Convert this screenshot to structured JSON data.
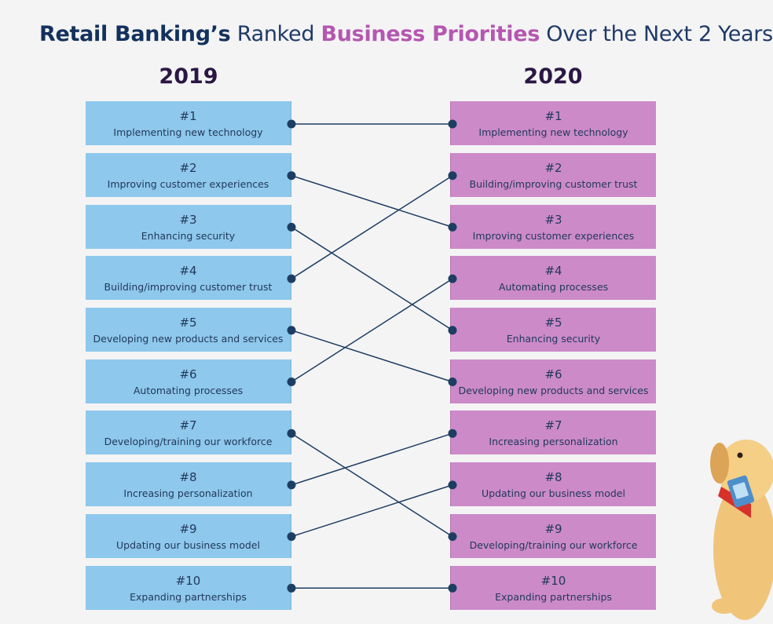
{
  "title": {
    "part1": "Retail Banking’s",
    "part2": " Ranked ",
    "part3": "Business Priorities",
    "part4": " Over the Next 2 Years"
  },
  "years": {
    "left": "2019",
    "right": "2020"
  },
  "left_items": [
    {
      "rank": "#1",
      "label": "Implementing new technology"
    },
    {
      "rank": "#2",
      "label": "Improving customer experiences"
    },
    {
      "rank": "#3",
      "label": "Enhancing security"
    },
    {
      "rank": "#4",
      "label": "Building/improving customer trust"
    },
    {
      "rank": "#5",
      "label": "Developing new products and services"
    },
    {
      "rank": "#6",
      "label": "Automating processes"
    },
    {
      "rank": "#7",
      "label": "Developing/training our workforce"
    },
    {
      "rank": "#8",
      "label": "Increasing personalization"
    },
    {
      "rank": "#9",
      "label": "Updating our business model"
    },
    {
      "rank": "#10",
      "label": "Expanding partnerships"
    }
  ],
  "right_items": [
    {
      "rank": "#1",
      "label": "Implementing new technology"
    },
    {
      "rank": "#2",
      "label": "Building/improving customer trust"
    },
    {
      "rank": "#3",
      "label": "Improving customer experiences"
    },
    {
      "rank": "#4",
      "label": "Automating processes"
    },
    {
      "rank": "#5",
      "label": "Enhancing security"
    },
    {
      "rank": "#6",
      "label": "Developing new products and services"
    },
    {
      "rank": "#7",
      "label": "Increasing personalization"
    },
    {
      "rank": "#8",
      "label": "Updating our business model"
    },
    {
      "rank": "#9",
      "label": "Developing/training our workforce"
    },
    {
      "rank": "#10",
      "label": "Expanding partnerships"
    }
  ],
  "links": [
    {
      "from_rank": 1,
      "to_rank": 1
    },
    {
      "from_rank": 2,
      "to_rank": 3
    },
    {
      "from_rank": 3,
      "to_rank": 5
    },
    {
      "from_rank": 4,
      "to_rank": 2
    },
    {
      "from_rank": 5,
      "to_rank": 6
    },
    {
      "from_rank": 6,
      "to_rank": 4
    },
    {
      "from_rank": 7,
      "to_rank": 9
    },
    {
      "from_rank": 8,
      "to_rank": 7
    },
    {
      "from_rank": 9,
      "to_rank": 8
    },
    {
      "from_rank": 10,
      "to_rank": 10
    }
  ],
  "colors": {
    "left_box": "#8ec8ec",
    "right_box": "#cc8ac9",
    "link": "#1d3d62",
    "title_navy": "#13315c",
    "title_pink": "#b557b1"
  },
  "icons": {
    "mascot": "dog-mascot-icon"
  }
}
